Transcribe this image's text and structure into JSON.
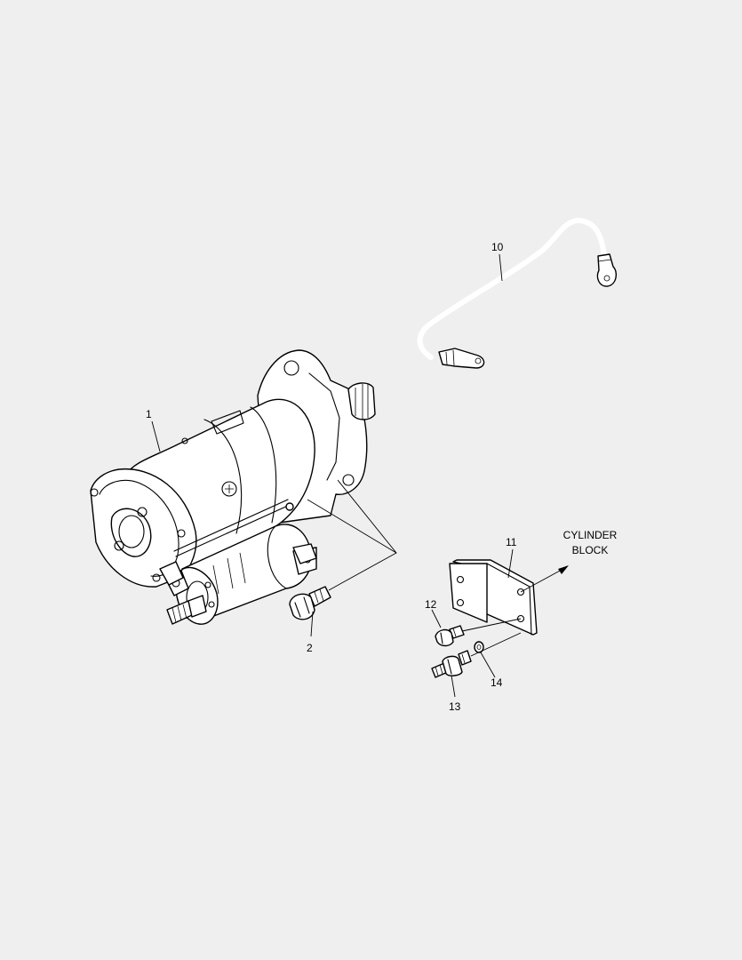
{
  "callouts": {
    "c1": "1",
    "c2": "2",
    "c10": "10",
    "c11": "11",
    "c12": "12",
    "c13": "13",
    "c14": "14"
  },
  "note": {
    "line1": "CYLINDER",
    "line2": "BLOCK"
  }
}
